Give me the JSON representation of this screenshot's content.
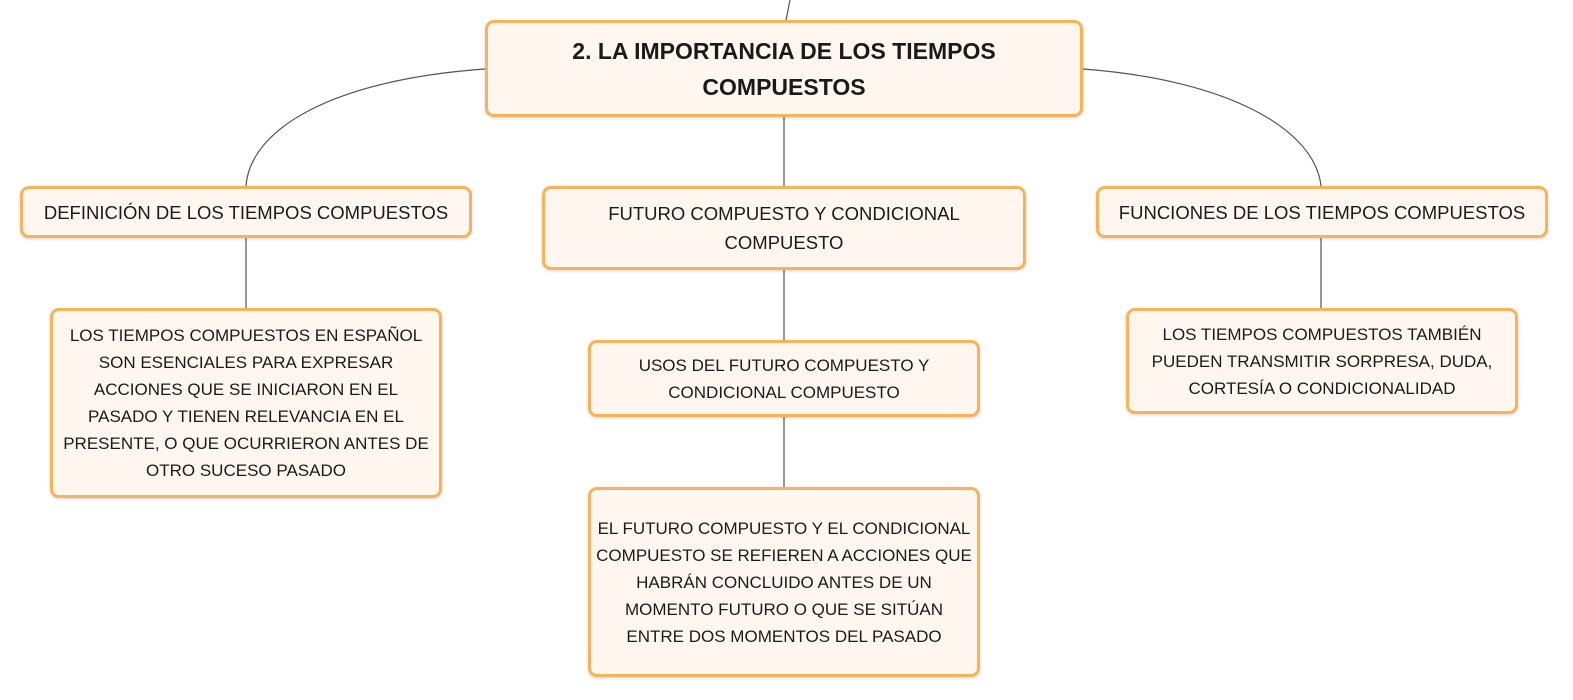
{
  "nodes": {
    "root": "2. LA IMPORTANCIA DE LOS TIEMPOS COMPUESTOS",
    "definicion": "DEFINICIÓN DE LOS TIEMPOS COMPUESTOS",
    "futuro": "FUTURO COMPUESTO Y CONDICIONAL COMPUESTO",
    "funciones": "FUNCIONES DE LOS TIEMPOS COMPUESTOS",
    "definicion_detalle": "LOS TIEMPOS COMPUESTOS EN ESPAÑOL SON ESENCIALES PARA EXPRESAR ACCIONES QUE SE INICIARON EN EL PASADO Y TIENEN RELEVANCIA EN EL PRESENTE, O QUE OCURRIERON ANTES DE OTRO SUCESO PASADO",
    "usos": "USOS DEL FUTURO COMPUESTO Y CONDICIONAL COMPUESTO",
    "usos_detalle": "EL FUTURO COMPUESTO Y EL CONDICIONAL COMPUESTO SE REFIEREN A ACCIONES QUE HABRÁN CONCLUIDO ANTES DE UN MOMENTO FUTURO O QUE SE SITÚAN ENTRE DOS MOMENTOS DEL PASADO",
    "funciones_detalle": "LOS TIEMPOS COMPUESTOS TAMBIÉN PUEDEN TRANSMITIR SORPRESA, DUDA, CORTESÍA O CONDICIONALIDAD"
  },
  "colors": {
    "node_fill": "#fff7ef",
    "node_border": "#f6b45a",
    "edge": "#555555",
    "text": "#1a1a1a"
  }
}
